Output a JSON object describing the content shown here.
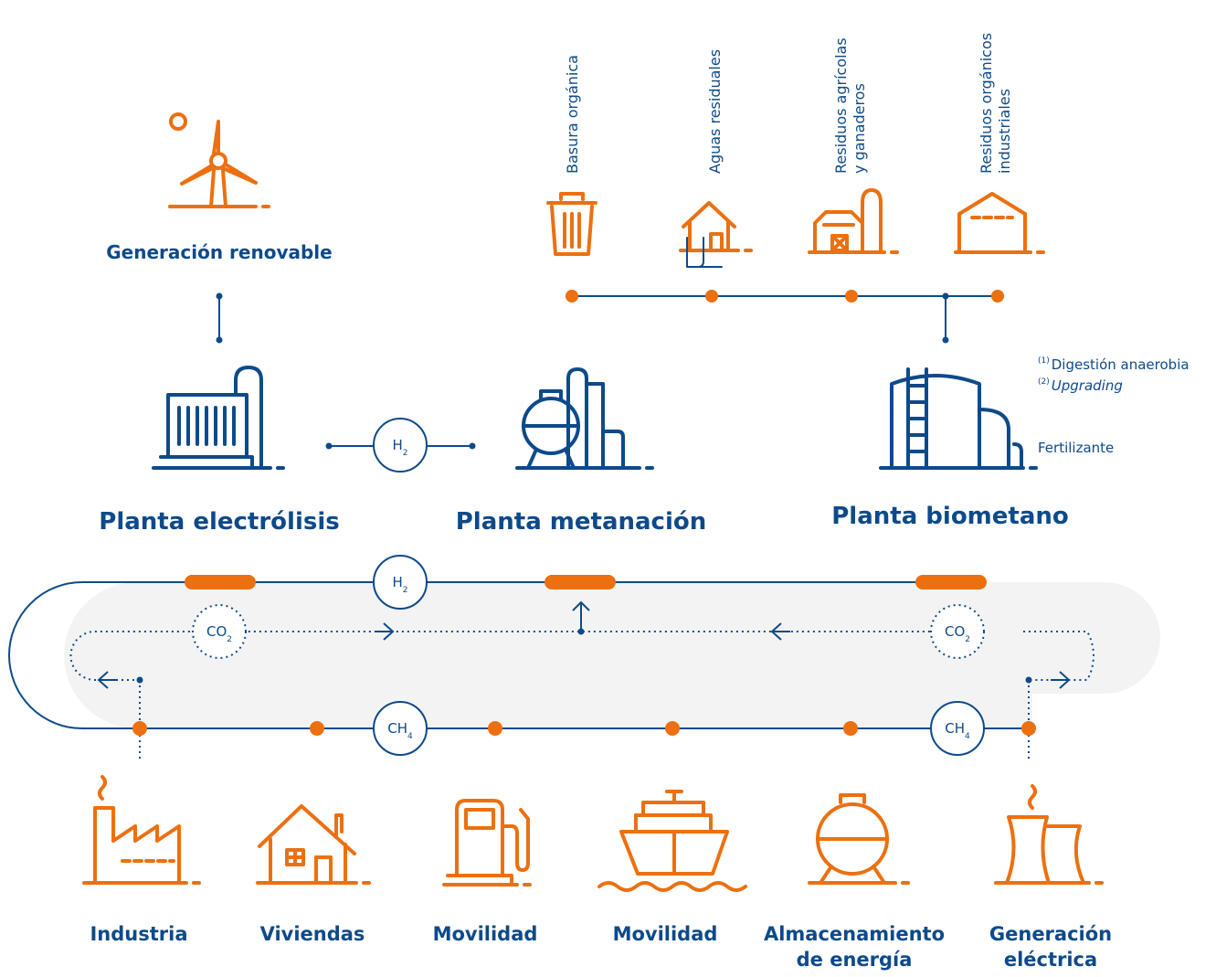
{
  "colors": {
    "blue": "#0d4a8a",
    "orange": "#ec7010",
    "loop_fill": "#f3f3f3"
  },
  "sources": {
    "renewable": {
      "label": "Generación renovable",
      "icon": "wind-turbine-icon"
    },
    "waste": [
      {
        "label": "Basura orgánica",
        "icon": "trash-bin-icon"
      },
      {
        "label": "Aguas residuales",
        "icon": "house-sewage-icon"
      },
      {
        "label": "Residuos agrícolas\ny ganaderos",
        "icon": "barn-silo-icon"
      },
      {
        "label": "Residuos orgánicos\nindustriales",
        "icon": "industrial-shed-icon"
      }
    ]
  },
  "plants": {
    "electrolysis": "Planta electrólisis",
    "methanation": "Planta metanación",
    "biomethane": "Planta biometano"
  },
  "notes": {
    "n1_marker": "(1)",
    "n1_text": "Digestión anaerobia",
    "n2_marker": "(2)",
    "n2_text": "Upgrading",
    "fertilizer": "Fertilizante"
  },
  "chem": {
    "h2": {
      "main": "H",
      "sub": "2"
    },
    "co2": {
      "main": "CO",
      "sub": "2"
    },
    "ch4": {
      "main": "CH",
      "sub": "4"
    }
  },
  "consumers": [
    {
      "label": "Industria",
      "icon": "factory-icon"
    },
    {
      "label": "Viviendas",
      "icon": "house-icon"
    },
    {
      "label": "Movilidad",
      "icon": "fuel-pump-icon"
    },
    {
      "label": "Movilidad",
      "icon": "ship-icon"
    },
    {
      "label": "Almacenamiento\nde energía",
      "icon": "gas-tank-icon"
    },
    {
      "label": "Generación\neléctrica",
      "icon": "power-plant-icon"
    }
  ]
}
